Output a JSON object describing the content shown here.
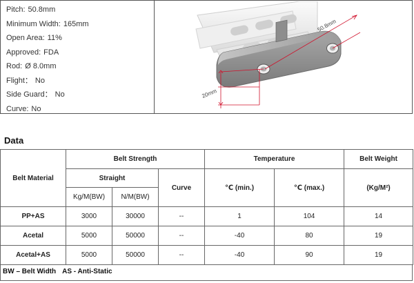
{
  "specs": [
    {
      "label": "Pitch:",
      "value": "50.8mm"
    },
    {
      "label": "Minimum Width:",
      "value": "165mm"
    },
    {
      "label": "Open Area:",
      "value": "11%"
    },
    {
      "label": "Approved:",
      "value": "FDA"
    },
    {
      "label": "Rod:",
      "value": "Ø 8.0mm"
    },
    {
      "label": "Flight：",
      "value": "No"
    },
    {
      "label": "Side Guard：",
      "value": "No"
    },
    {
      "label": "Curve:",
      "value": "No"
    }
  ],
  "diagram": {
    "pitch_label": "50.8mm",
    "height_label": "20mm",
    "dimension_color": "#d0102a"
  },
  "data_section": {
    "title": "Data",
    "headers": {
      "belt_material": "Belt Material",
      "belt_strength": "Belt Strength",
      "straight": "Straight",
      "kgm": "Kg/M(BW)",
      "nm": "N/M(BW)",
      "curve": "Curve",
      "temperature": "Temperature",
      "tmin": "℃ (min.)",
      "tmax": "℃ (max.)",
      "belt_weight": "Belt Weight",
      "weight_unit": "(Kg/M²)"
    },
    "rows": [
      {
        "material": "PP+AS",
        "kgm": "3000",
        "nm": "30000",
        "curve": "--",
        "tmin": "1",
        "tmax": "104",
        "weight": "14"
      },
      {
        "material": "Acetal",
        "kgm": "5000",
        "nm": "50000",
        "curve": "--",
        "tmin": "-40",
        "tmax": "80",
        "weight": "19"
      },
      {
        "material": "Acetal+AS",
        "kgm": "5000",
        "nm": "50000",
        "curve": "--",
        "tmin": "-40",
        "tmax": "90",
        "weight": "19"
      }
    ],
    "footnote": {
      "bw": "BW – Belt Width",
      "as": "AS - Anti-Static"
    }
  }
}
